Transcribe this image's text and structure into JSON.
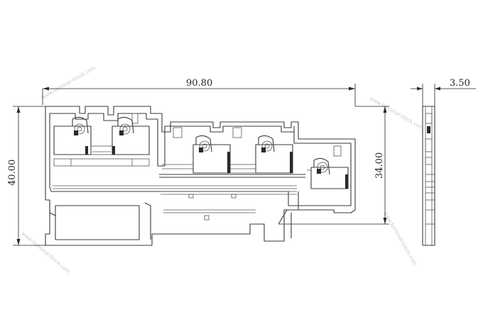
{
  "dimensions": {
    "width": "90.80",
    "height_total": "40.00",
    "height_inner": "34.00",
    "side_width": "3.50"
  }
}
